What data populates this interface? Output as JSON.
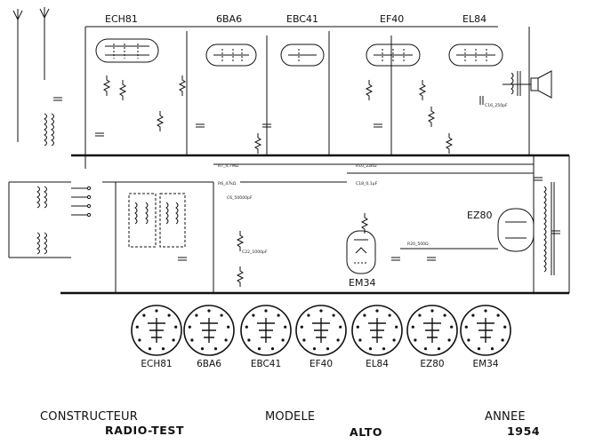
{
  "tubes": {
    "ech81": "ECH81",
    "6ba6": "6BA6",
    "ebc41": "EBC41",
    "ef40": "EF40",
    "el84": "EL84",
    "ez80": "EZ80",
    "em34": "EM34"
  },
  "tube_bases": [
    "ECH81",
    "6BA6",
    "EBC41",
    "EF40",
    "EL84",
    "EZ80",
    "EM34"
  ],
  "components": {
    "r10": "R10_22kΩ",
    "c18": "C18_0,1µF",
    "r7": "R7_4,7MΩ",
    "r6": "R6_47kΩ",
    "r20": "R20_500Ω",
    "c16": "C16_250pF",
    "c22": "C22_1000pF",
    "c6": "C6_50000pF"
  },
  "footer": {
    "constructeur_label": "CONSTRUCTEUR",
    "constructeur_value": "RADIO-TEST",
    "modele_label": "MODELE",
    "modele_value": "ALTO",
    "annee_label": "ANNEE",
    "annee_value": "1954"
  },
  "colors": {
    "ink": "#111111",
    "paper": "#ffffff"
  }
}
